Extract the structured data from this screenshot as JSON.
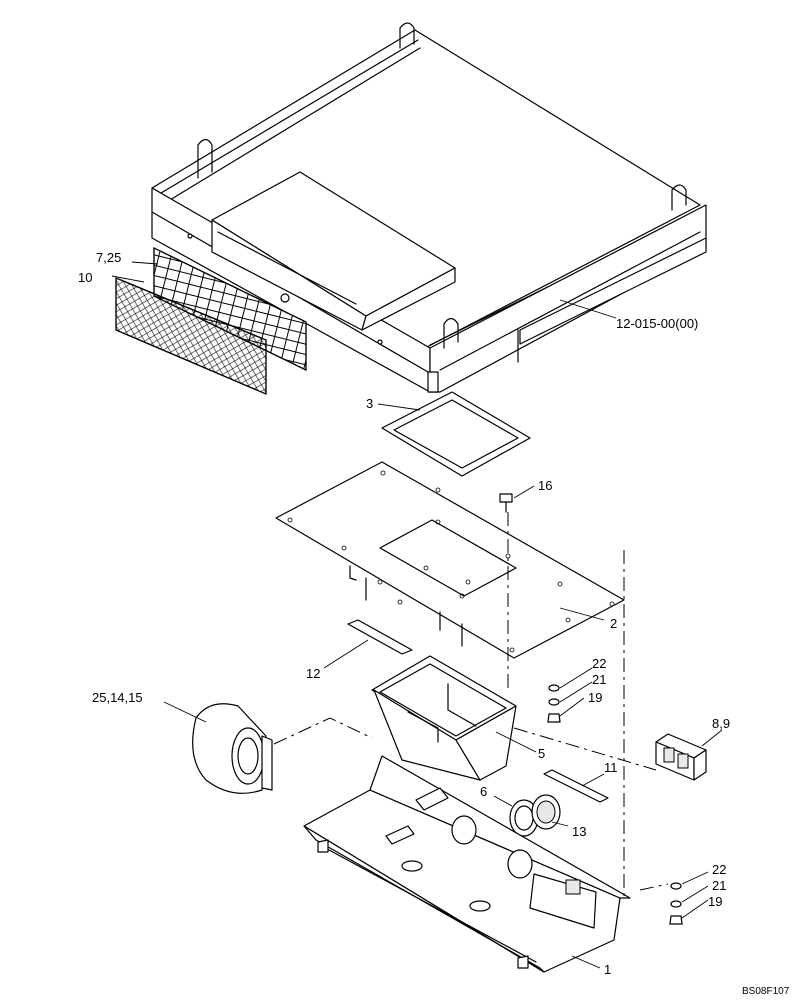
{
  "callouts": {
    "assembly_ref": "12-015-00(00)",
    "c1": "1",
    "c2": "2",
    "c3": "3",
    "c5": "5",
    "c6": "6",
    "c8_9": "8,9",
    "c10": "10",
    "c11": "11",
    "c12": "12",
    "c13": "13",
    "c16": "16",
    "c7_25": "7,25",
    "c25_14_15": "25,14,15",
    "c22_a": "22",
    "c21_a": "21",
    "c19_a": "19",
    "c22_b": "22",
    "c21_b": "21",
    "c19_b": "19"
  },
  "drawing_code": "BS08F107"
}
